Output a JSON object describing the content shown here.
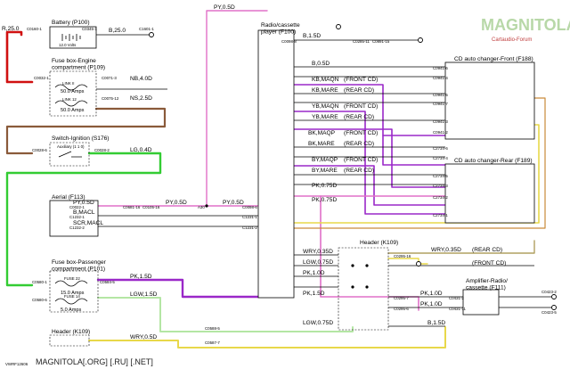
{
  "components": {
    "battery": "Battery (P100)",
    "battery_volts": "12.0 Volts",
    "fusebox_engine": "Fuse box-Engine\ncompartment (P109)",
    "link_ii": "LINK II",
    "link_ii_rating": "50.0 Amps",
    "link_12": "LINK 12",
    "link_12_rating": "50.0 Amps",
    "switch_ignition": "Switch-Ignition (S176)",
    "auxiliary": "Auxiliary (1 1 0)",
    "aerial": "Aerial (F113)",
    "fusebox_passenger": "Fuse box-Passenger\ncompartment (P101)",
    "fuse_22": "FUSE 22",
    "fuse_22_rating": "15.0 Amps",
    "fuse_14": "FUSE 14",
    "fuse_14_rating": "5.0 Amps",
    "header_k109_bottom": "Header (K109)",
    "header_k109_mid": "Header (K109)",
    "radio": "Radio/cassette\nplayer (F100)",
    "cd_front": "CD auto changer-Front (F188)",
    "cd_rear": "CD auto changer-Rear (F189)",
    "amplifier": "Amplifier-Radio/\ncassette (F111)",
    "figure_code": "VWRF12606"
  },
  "wires": {
    "r_25": "R,25.0",
    "b_25": "B,25.0",
    "py_05_top": "PY,0.5D",
    "nb_40": "NB,4.0D",
    "ns_25": "NS,2.5D",
    "lg_04": "LG,0.4D",
    "b_15_radio": "B,1.5D",
    "b_05": "B,0.5D",
    "py_05_aerial": "PY,0.5D",
    "py_05_radio": "PY,0.5D",
    "b_macl": "B,MACL",
    "scr_macl": "SCR,MACL",
    "py_05_a3": "PY,0.5D",
    "wry_035_header": "WRY,0.35D",
    "lgw_075": "LGW,0.75D",
    "pk_10": "PK,1.0D",
    "pk_15_fuse": "PK,1.5D",
    "pk_15_radio": "PK,1.5D",
    "lgw_15": "LGW,1.5D",
    "lgw_075_low": "LGW,0.75D",
    "wry_05": "WRY,0.5D",
    "wry_035_rear": "WRY,0.35D",
    "pk_10_amp": "PK,1.0D",
    "pk_10_amp2": "PK,1.0D",
    "b_15_amp": "B,1.5D"
  },
  "cd_signals": [
    {
      "wire": "KB,MAQN",
      "desc": "(FRONT CD)"
    },
    {
      "wire": "KB,MARE",
      "desc": "(REAR CD)"
    },
    {
      "wire": "YB,MAQN",
      "desc": "(FRONT CD)"
    },
    {
      "wire": "YB,MARE",
      "desc": "(REAR CD)"
    },
    {
      "wire": "BK,MAQP",
      "desc": "(FRONT CD)"
    },
    {
      "wire": "BK,MARE",
      "desc": "(REAR CD)"
    },
    {
      "wire": "BY,MAQP",
      "desc": "(FRONT CD)"
    },
    {
      "wire": "BY,MARE",
      "desc": "(REAR CD)"
    },
    {
      "wire": "PK,0.75D",
      "desc": ""
    },
    {
      "wire": "PK,0.75D",
      "desc": ""
    }
  ],
  "cd_tags": {
    "rear_cd": "(REAR CD)",
    "front_cd": "(FRONT CD)"
  },
  "connectors": {
    "c0160_1": "C0160-1",
    "c0345_1": "C0345-1",
    "c1601_1": "C1601-1",
    "c0032_1": "C0032-1",
    "c0071_3": "C0071-3",
    "c0075_12": "C0075-12",
    "c0028_6": "C0028-6",
    "c0028_2": "C0028-2",
    "c0022_1": "C0022-1",
    "c0681_16": "C0681-16",
    "c0105_16": "C0105-16",
    "c1232_1": "C1232-1",
    "c1232_2": "C1232-2",
    "c1231_1": "C1231-1",
    "c1231_2": "C1231-2",
    "c0098_6": "C0098-6",
    "c0098_5": "C0098-5",
    "c0098_8": "C0098-8",
    "c0285_11": "C0285-11",
    "c0891_15": "C0891-15",
    "c0580_1": "C0580-1",
    "c0580_6": "C0580-6",
    "c0584_5": "C0584-5",
    "c0588_5": "C0588-5",
    "c0587_7": "C0587-7",
    "c0941_6": "C0941-6",
    "c0941_4": "C0941-4",
    "c0941_5": "C0941-5",
    "c0941_7": "C0941-7",
    "c0941_3": "C0941-3",
    "c0941_2": "C0941-2",
    "c2734_6": "C2734-6",
    "c2734_4": "C2734-4",
    "c2734_5": "C2734-5",
    "c2734_3": "C2734-3",
    "c2734_2": "C2734-2",
    "c2734_1": "C2734-1",
    "c0295_16": "C0295-16",
    "c0295_7": "C0295-7",
    "c0295_6": "C0295-6",
    "c0431_2": "C0431-2",
    "c0431_11": "C0431-11",
    "c0423_2": "C0423-2",
    "c0423_5": "C0423-5",
    "c0426_4": "C0426-4",
    "c2011_1": "C2011-1",
    "a30": "A30",
    "a90": "A90"
  },
  "watermark": {
    "brand": "MAGNITOLA",
    "sub": "Cartaudio-Forum",
    "footer": "MAGNITOLA[.ORG] [.RU] [.NET]"
  },
  "colors": {
    "red": "#d01010",
    "brown": "#8a5a3a",
    "green": "#33cc33",
    "pink": "#e070c8",
    "purple": "#9a28c8",
    "yellow": "#e8d84a",
    "lightgreen": "#b4e6a4",
    "orange": "#c98a3a",
    "khaki": "#b0a060"
  }
}
